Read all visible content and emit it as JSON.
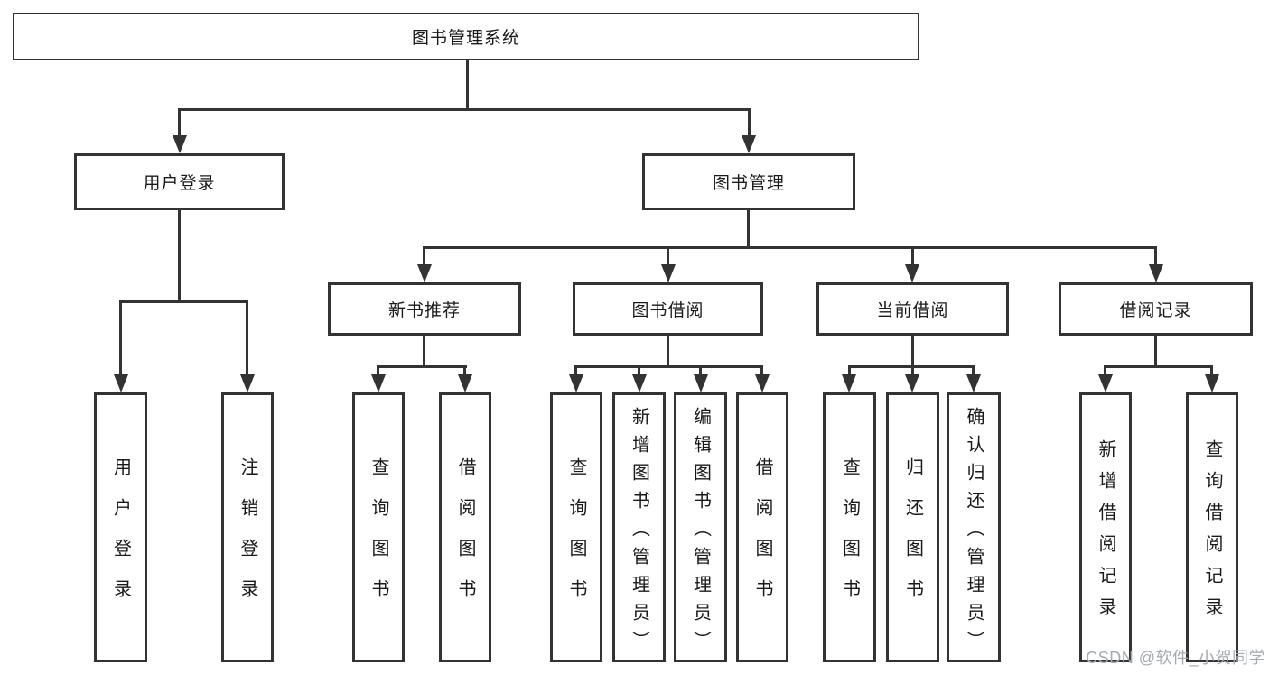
{
  "diagram": {
    "root": {
      "label": "图书管理系统"
    },
    "branches": [
      {
        "label": "用户登录",
        "children": [
          {
            "label": "用户登录"
          },
          {
            "label": "注销登录"
          }
        ]
      },
      {
        "label": "图书管理",
        "sections": [
          {
            "label": "新书推荐",
            "children": [
              {
                "label": "查询图书"
              },
              {
                "label": "借阅图书"
              }
            ]
          },
          {
            "label": "图书借阅",
            "children": [
              {
                "label": "查询图书"
              },
              {
                "label": "新增图书（管理员）"
              },
              {
                "label": "编辑图书（管理员）"
              },
              {
                "label": "借阅图书"
              }
            ]
          },
          {
            "label": "当前借阅",
            "children": [
              {
                "label": "查询图书"
              },
              {
                "label": "归还图书"
              },
              {
                "label": "确认归还（管理员）"
              }
            ]
          },
          {
            "label": "借阅记录",
            "children": [
              {
                "label": "新增借阅记录"
              },
              {
                "label": "查询借阅记录"
              }
            ]
          }
        ]
      }
    ]
  },
  "watermark": {
    "text": "CSDN @软件_小贺同学"
  },
  "colors": {
    "line": "#333333",
    "text": "#1a1a1a",
    "background": "#ffffff",
    "watermark": "#a6abb0"
  }
}
